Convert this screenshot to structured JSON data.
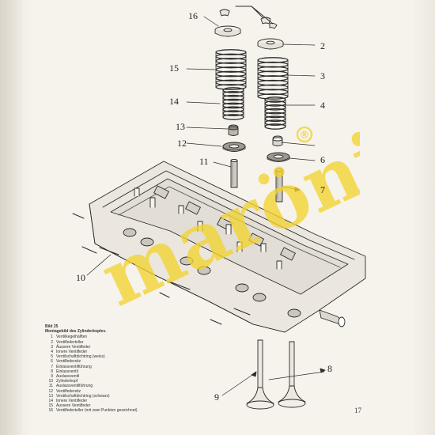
{
  "figure": {
    "callouts": [
      "16",
      "2",
      "15",
      "3",
      "14",
      "4",
      "13",
      "12",
      "6",
      "11",
      "7",
      "10",
      "8",
      "9"
    ]
  },
  "caption": {
    "title": "Bild 25",
    "subtitle": "Montagebild des Zylinderkoples.",
    "items": [
      {
        "num": "1",
        "text": "Ventilkegelhälften"
      },
      {
        "num": "2",
        "text": "Ventilfederteller"
      },
      {
        "num": "3",
        "text": "Äussere Ventilfeder"
      },
      {
        "num": "4",
        "text": "Innere Ventilfeder"
      },
      {
        "num": "5",
        "text": "Ventilschaftdichtring (weiss)"
      },
      {
        "num": "6",
        "text": "Ventilfedersitz"
      },
      {
        "num": "7",
        "text": "Einlassventilführung"
      },
      {
        "num": "8",
        "text": "Einlassventil"
      },
      {
        "num": "9",
        "text": "Auslassventil"
      },
      {
        "num": "10",
        "text": "Zylinderkopf"
      },
      {
        "num": "11",
        "text": "Auslassventilführung"
      },
      {
        "num": "12",
        "text": "Ventilfedersitz"
      },
      {
        "num": "13",
        "text": "Ventilschaftdichtring (schwarz)"
      },
      {
        "num": "14",
        "text": "Innere Ventilfeder"
      },
      {
        "num": "15",
        "text": "Äussere Ventilfeder"
      },
      {
        "num": "16",
        "text": "Ventilfederteller (mit zwei Punkten gezeichnet)"
      }
    ]
  },
  "page_number": "17",
  "watermark": {
    "text": "maröni",
    "registered": "®",
    "color": "#f2d230"
  }
}
